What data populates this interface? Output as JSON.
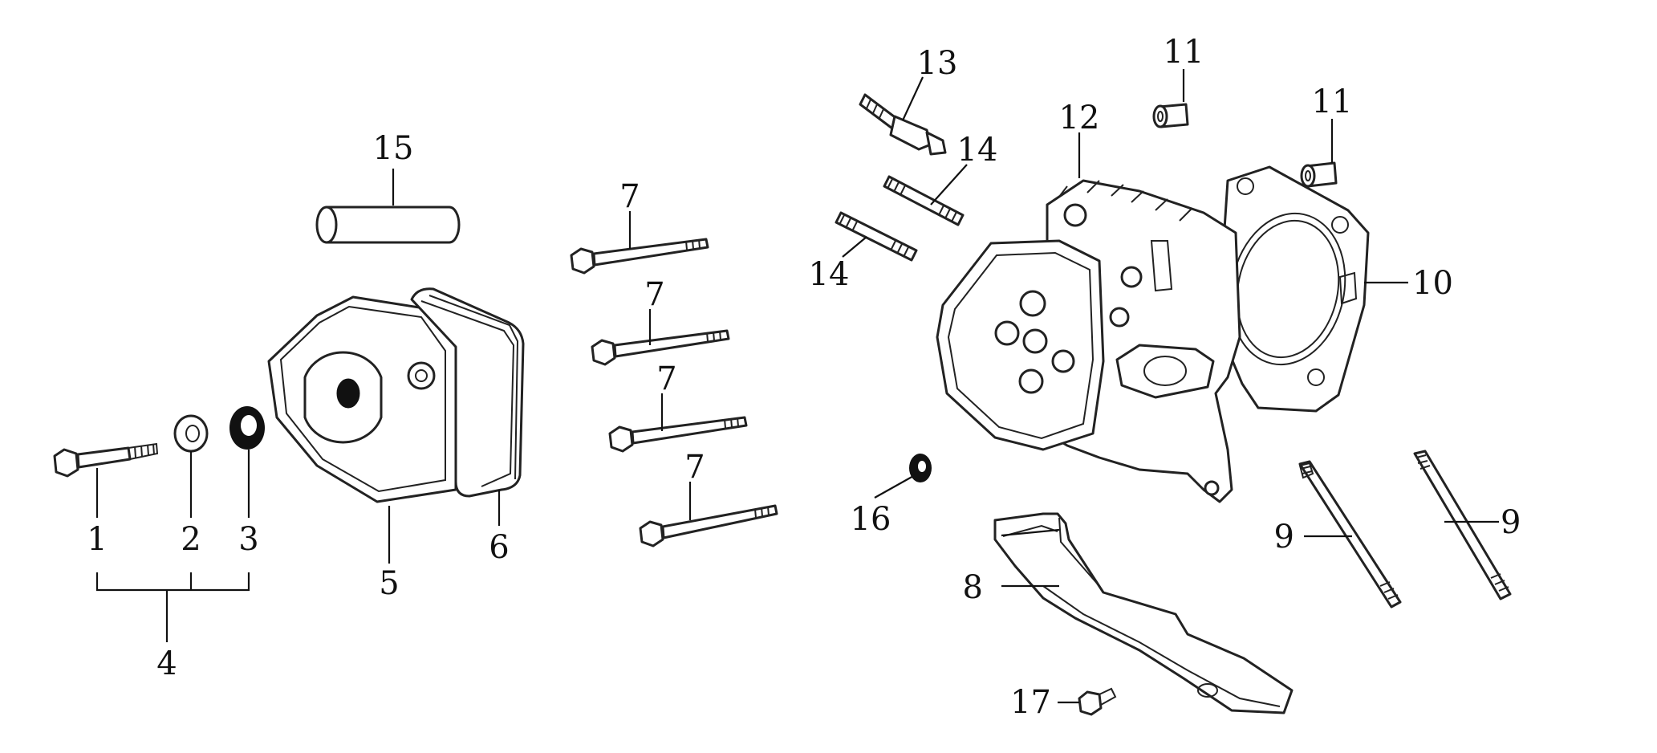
{
  "diagram": {
    "callouts": [
      {
        "id": "c1",
        "label": "1"
      },
      {
        "id": "c2",
        "label": "2"
      },
      {
        "id": "c3",
        "label": "3"
      },
      {
        "id": "c4",
        "label": "4"
      },
      {
        "id": "c5",
        "label": "5"
      },
      {
        "id": "c6",
        "label": "6"
      },
      {
        "id": "c7a",
        "label": "7"
      },
      {
        "id": "c7b",
        "label": "7"
      },
      {
        "id": "c7c",
        "label": "7"
      },
      {
        "id": "c7d",
        "label": "7"
      },
      {
        "id": "c8",
        "label": "8"
      },
      {
        "id": "c9a",
        "label": "9"
      },
      {
        "id": "c9b",
        "label": "9"
      },
      {
        "id": "c10",
        "label": "10"
      },
      {
        "id": "c11a",
        "label": "11"
      },
      {
        "id": "c11b",
        "label": "11"
      },
      {
        "id": "c12",
        "label": "12"
      },
      {
        "id": "c13",
        "label": "13"
      },
      {
        "id": "c14a",
        "label": "14"
      },
      {
        "id": "c14b",
        "label": "14"
      },
      {
        "id": "c15",
        "label": "15"
      },
      {
        "id": "c16",
        "label": "16"
      },
      {
        "id": "c17",
        "label": "17"
      }
    ]
  }
}
